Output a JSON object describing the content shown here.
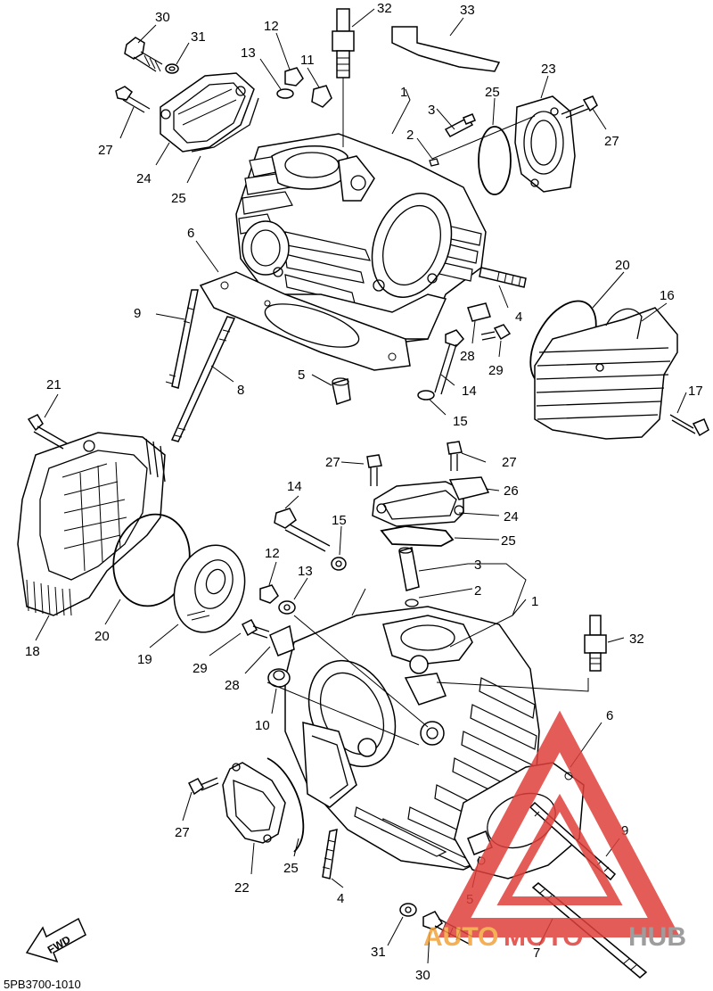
{
  "diagram": {
    "code": "5PB3700-1010",
    "fwd_label": "FWD",
    "watermark": {
      "brand_part1": "AUTO",
      "brand_part2": "MOTO",
      "brand_part3": "HUB",
      "color_orange": "#f2a33a",
      "color_red": "#e0403a",
      "color_gray": "#8c8c8c"
    }
  },
  "callouts": {
    "rear": [
      "30",
      "31",
      "12",
      "13",
      "11",
      "32",
      "33",
      "23",
      "25",
      "27",
      "1",
      "3",
      "2",
      "27",
      "24",
      "25",
      "6",
      "9",
      "20",
      "16",
      "4",
      "28",
      "29",
      "8",
      "5",
      "14",
      "15",
      "17",
      "21"
    ],
    "front": [
      "27",
      "27",
      "26",
      "24",
      "14",
      "15",
      "25",
      "3",
      "2",
      "1",
      "12",
      "13",
      "18",
      "20",
      "19",
      "29",
      "32",
      "28",
      "10",
      "6",
      "27",
      "22",
      "25",
      "4",
      "9",
      "5",
      "31",
      "30",
      "7"
    ]
  },
  "labels": [
    {
      "id": "c30a",
      "text": "30"
    },
    {
      "id": "c31a",
      "text": "31"
    },
    {
      "id": "c12a",
      "text": "12"
    },
    {
      "id": "c13a",
      "text": "13"
    },
    {
      "id": "c11a",
      "text": "11"
    },
    {
      "id": "c32a",
      "text": "32"
    },
    {
      "id": "c33a",
      "text": "33"
    },
    {
      "id": "c23a",
      "text": "23"
    },
    {
      "id": "c25a",
      "text": "25"
    },
    {
      "id": "c27a",
      "text": "27"
    },
    {
      "id": "c1a",
      "text": "1"
    },
    {
      "id": "c3a",
      "text": "3"
    },
    {
      "id": "c2a",
      "text": "2"
    },
    {
      "id": "c27b",
      "text": "27"
    },
    {
      "id": "c24a",
      "text": "24"
    },
    {
      "id": "c25b",
      "text": "25"
    },
    {
      "id": "c6a",
      "text": "6"
    },
    {
      "id": "c9a",
      "text": "9"
    },
    {
      "id": "c20a",
      "text": "20"
    },
    {
      "id": "c16a",
      "text": "16"
    },
    {
      "id": "c4a",
      "text": "4"
    },
    {
      "id": "c28a",
      "text": "28"
    },
    {
      "id": "c29a",
      "text": "29"
    },
    {
      "id": "c8a",
      "text": "8"
    },
    {
      "id": "c5a",
      "text": "5"
    },
    {
      "id": "c14a",
      "text": "14"
    },
    {
      "id": "c15a",
      "text": "15"
    },
    {
      "id": "c17a",
      "text": "17"
    },
    {
      "id": "c21a",
      "text": "21"
    },
    {
      "id": "c27c",
      "text": "27"
    },
    {
      "id": "c27d",
      "text": "27"
    },
    {
      "id": "c26a",
      "text": "26"
    },
    {
      "id": "c24b",
      "text": "24"
    },
    {
      "id": "c14b",
      "text": "14"
    },
    {
      "id": "c15b",
      "text": "15"
    },
    {
      "id": "c25c",
      "text": "25"
    },
    {
      "id": "c3b",
      "text": "3"
    },
    {
      "id": "c2b",
      "text": "2"
    },
    {
      "id": "c1b",
      "text": "1"
    },
    {
      "id": "c12b",
      "text": "12"
    },
    {
      "id": "c13b",
      "text": "13"
    },
    {
      "id": "c18a",
      "text": "18"
    },
    {
      "id": "c20b",
      "text": "20"
    },
    {
      "id": "c19a",
      "text": "19"
    },
    {
      "id": "c29b",
      "text": "29"
    },
    {
      "id": "c32b",
      "text": "32"
    },
    {
      "id": "c28b",
      "text": "28"
    },
    {
      "id": "c10a",
      "text": "10"
    },
    {
      "id": "c6b",
      "text": "6"
    },
    {
      "id": "c27e",
      "text": "27"
    },
    {
      "id": "c22a",
      "text": "22"
    },
    {
      "id": "c25d",
      "text": "25"
    },
    {
      "id": "c4b",
      "text": "4"
    },
    {
      "id": "c9b",
      "text": "9"
    },
    {
      "id": "c5b",
      "text": "5"
    },
    {
      "id": "c31b",
      "text": "31"
    },
    {
      "id": "c30b",
      "text": "30"
    },
    {
      "id": "c7a",
      "text": "7"
    }
  ]
}
